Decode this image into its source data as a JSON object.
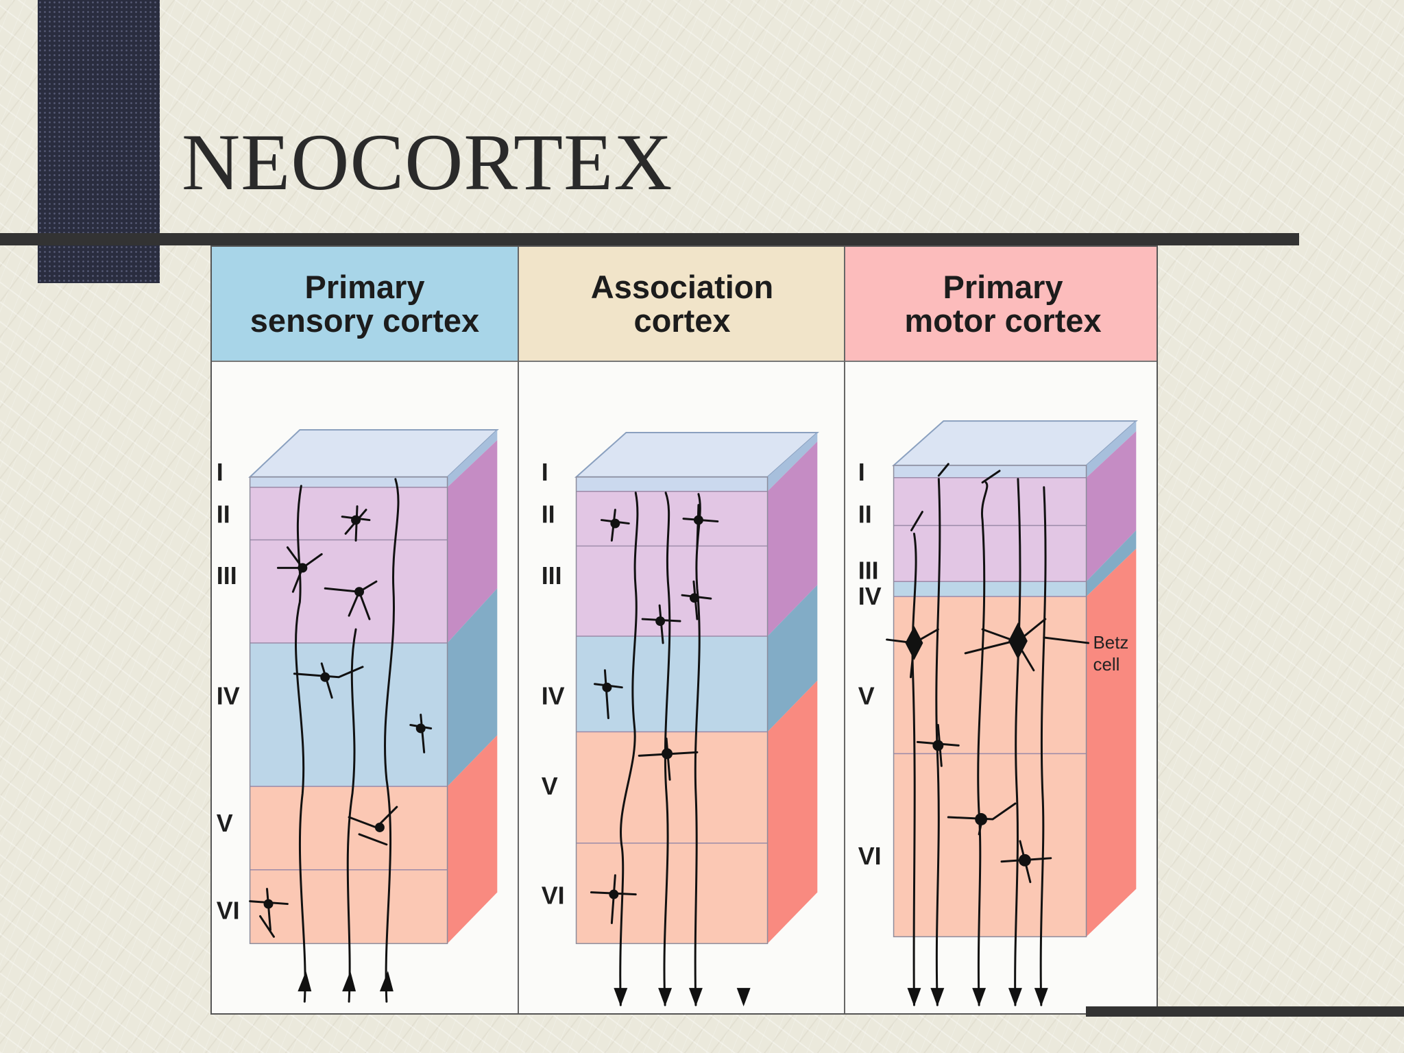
{
  "slide": {
    "title": "NEOCORTEX"
  },
  "panels": [
    {
      "title_line1": "Primary",
      "title_line2": "sensory cortex",
      "header_color": "#a8d5e8"
    },
    {
      "title_line1": "Association",
      "title_line2": "cortex",
      "header_color": "#f1e4c9"
    },
    {
      "title_line1": "Primary",
      "title_line2": "motor cortex",
      "header_color": "#fcbcbc"
    }
  ],
  "layer_labels": [
    "I",
    "II",
    "III",
    "IV",
    "V",
    "VI"
  ],
  "annotation": {
    "line1": "Betz",
    "line2": "cell"
  },
  "colors": {
    "layer_I": "#cbd9ee",
    "layer_II_III": "#e2c6e4",
    "layer_IV": "#bcd6e8",
    "layer_V_VI": "#fbc8b4",
    "side_II_III": "#c58cc4",
    "side_IV": "#82acc6",
    "side_V_VI": "#f98a80",
    "top_face": "#dbe4f3"
  }
}
